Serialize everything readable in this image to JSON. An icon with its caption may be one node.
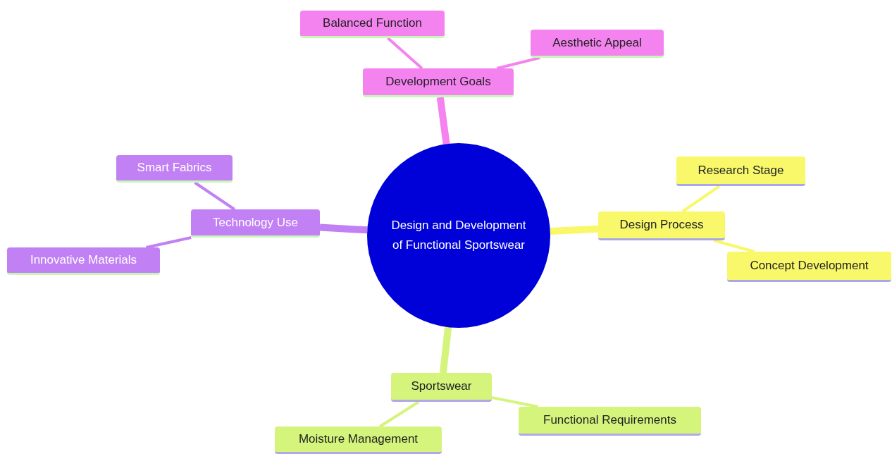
{
  "diagram": {
    "nodes": [
      {
        "text": [
          "Design and Development of Functional Sportswear"
        ]
      },
      {
        "text": [
          "Development Goals"
        ]
      },
      {
        "text": [
          "Balanced Function"
        ]
      },
      {
        "text": [
          "Aesthetic Appeal"
        ]
      },
      {
        "text": [
          "Design Process"
        ]
      },
      {
        "text": [
          "Research Stage"
        ]
      },
      {
        "text": [
          "Concept Development"
        ]
      },
      {
        "text": [
          "Sportswear"
        ]
      },
      {
        "text": [
          "Moisture Management"
        ]
      },
      {
        "text": [
          "Functional Requirements"
        ]
      },
      {
        "text": [
          "Technology Use"
        ]
      },
      {
        "text": [
          "Smart Fabrics"
        ]
      },
      {
        "text": [
          "Innovative Materials"
        ]
      }
    ],
    "edges": [
      {
        "from": 0,
        "to": 1,
        "arrow": "none",
        "style": "thick",
        "color": "#f483f0"
      },
      {
        "from": 1,
        "to": 2,
        "arrow": "none",
        "color": "#f483f0"
      },
      {
        "from": 1,
        "to": 3,
        "arrow": "none",
        "color": "#f483f0"
      },
      {
        "from": 0,
        "to": 4,
        "arrow": "none",
        "style": "thick",
        "color": "#f8f86a"
      },
      {
        "from": 4,
        "to": 5,
        "arrow": "none",
        "color": "#f8f86a"
      },
      {
        "from": 4,
        "to": 6,
        "arrow": "none",
        "color": "#f8f86a"
      },
      {
        "from": 0,
        "to": 7,
        "arrow": "none",
        "style": "thick",
        "color": "#d4f47c"
      },
      {
        "from": 7,
        "to": 8,
        "arrow": "none",
        "color": "#d4f47c"
      },
      {
        "from": 7,
        "to": 9,
        "arrow": "none",
        "color": "#d4f47c"
      },
      {
        "from": 0,
        "to": 10,
        "arrow": "none",
        "style": "thick",
        "color": "#c181f4"
      },
      {
        "from": 10,
        "to": 11,
        "arrow": "none",
        "color": "#c181f4"
      },
      {
        "from": 10,
        "to": 12,
        "arrow": "none",
        "color": "#c181f4"
      }
    ]
  }
}
